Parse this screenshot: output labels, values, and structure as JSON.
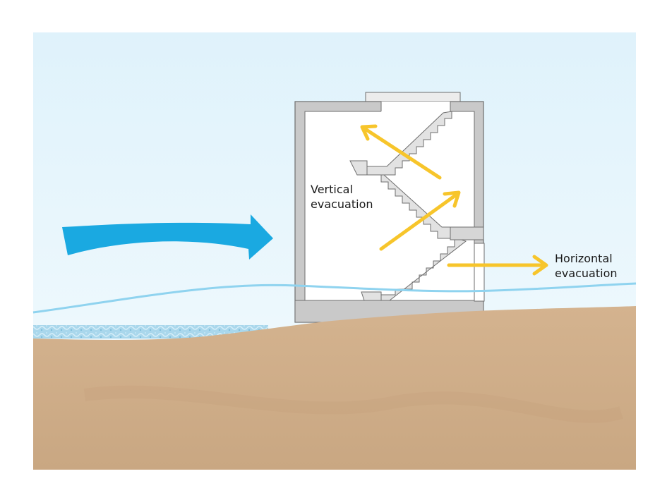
{
  "labels": {
    "vertical_line1": "Vertical",
    "vertical_line2": "evacuation",
    "horizontal_line1": "Horizontal",
    "horizontal_line2": "evacuation"
  },
  "colors": {
    "sky_top": "#dff2fb",
    "sky_bottom": "#f4fbfe",
    "ground": "#d2b08c",
    "ground_dark": "#c49d76",
    "wave_arrow": "#1aa9e1",
    "water_line": "#8fd3ef",
    "water_surface": "#a8d8ee",
    "building_wall": "#c9c9c9",
    "building_wall_stroke": "#6e6e6e",
    "stairs": "#e2e2e2",
    "evacuation_arrow": "#f7c52b"
  },
  "icons": {
    "wave": "tsunami-wave-arrow",
    "vertical_route": "vertical-evacuation-arrows",
    "horizontal_route": "horizontal-evacuation-arrow"
  }
}
